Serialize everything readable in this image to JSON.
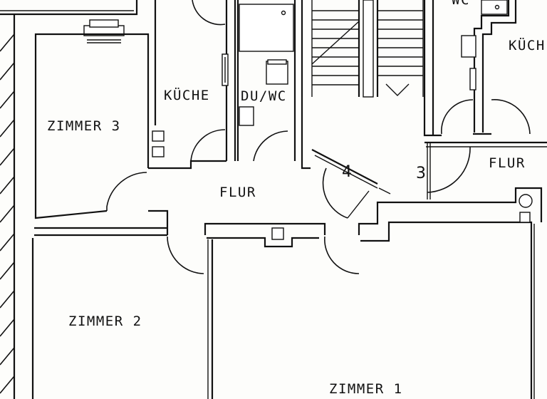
{
  "rooms": {
    "zimmer_3": "ZIMMER 3",
    "kueche_left": "KÜCHE",
    "du_wc": "DU/WC",
    "flur_center": "FLUR",
    "zimmer_2": "ZIMMER 2",
    "zimmer_1": "ZIMMER 1",
    "flur_right": "FLUR",
    "kueche_right": "KÜCH",
    "wc_top": "WC"
  },
  "markers": {
    "stair_4": "4",
    "stair_3": "3"
  }
}
